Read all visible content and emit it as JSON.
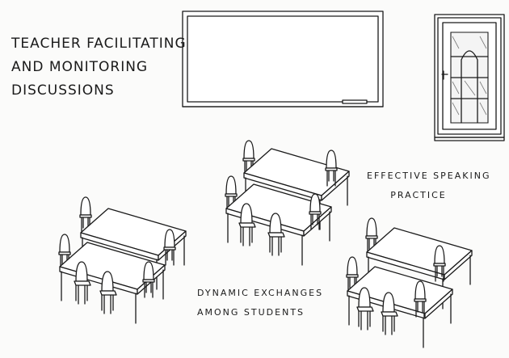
{
  "labels": {
    "title_line1": "Teacher facilitating",
    "title_line2": "and monitoring",
    "title_line3": "discussions",
    "speaking_line1": "Effective speaking",
    "speaking_line2": "practice",
    "exchanges_line1": "Dynamic exchanges",
    "exchanges_line2": "among students"
  },
  "objects": {
    "board": "whiteboard",
    "door": "door",
    "desk_groups": 3,
    "desks_per_group": 2
  },
  "colors": {
    "ink": "#1a1a1a",
    "paper": "#fbfbfa"
  }
}
